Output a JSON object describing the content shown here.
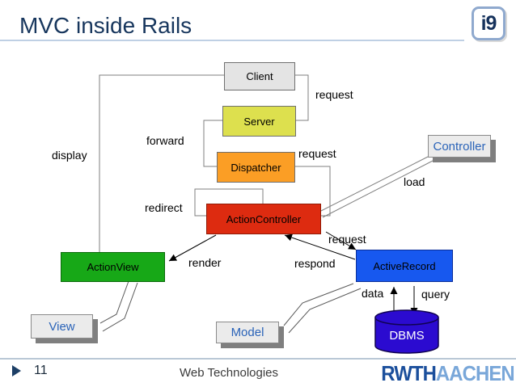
{
  "slide": {
    "title": "MVC inside Rails",
    "page_number": "11",
    "footer_text": "Web Technologies",
    "i9_logo_text": "i9",
    "rwth_logo": {
      "primary": "RWTH",
      "secondary": "AACHEN"
    }
  },
  "diagram": {
    "nodes": {
      "client": {
        "label": "Client",
        "fill": "#e4e4e4"
      },
      "server": {
        "label": "Server",
        "fill": "#dde04e"
      },
      "dispatcher": {
        "label": "Dispatcher",
        "fill": "#fb9e25"
      },
      "action_controller": {
        "label": "ActionController",
        "fill": "#dd2b10"
      },
      "action_view": {
        "label": "ActionView",
        "fill": "#17a817"
      },
      "active_record": {
        "label": "ActiveRecord",
        "fill": "#1758ef"
      },
      "dbms": {
        "label": "DBMS",
        "fill": "#2b0bd0"
      }
    },
    "tags": {
      "controller": {
        "label": "Controller"
      },
      "view": {
        "label": "View"
      },
      "model": {
        "label": "Model"
      }
    },
    "edge_labels": {
      "request_client": "request",
      "forward": "forward",
      "display": "display",
      "request_dispatcher": "request",
      "redirect": "redirect",
      "load": "load",
      "render": "render",
      "respond": "respond",
      "request_active_record": "request",
      "data": "data",
      "query": "query"
    },
    "colors": {
      "title_text": "#17365d",
      "tag_text": "#2a63b8",
      "wire_gray": "#7f7f7f",
      "arrow_black": "#000000",
      "rwth_blue": "#1b4f9c",
      "aachen_blue": "#79a7d9"
    }
  }
}
